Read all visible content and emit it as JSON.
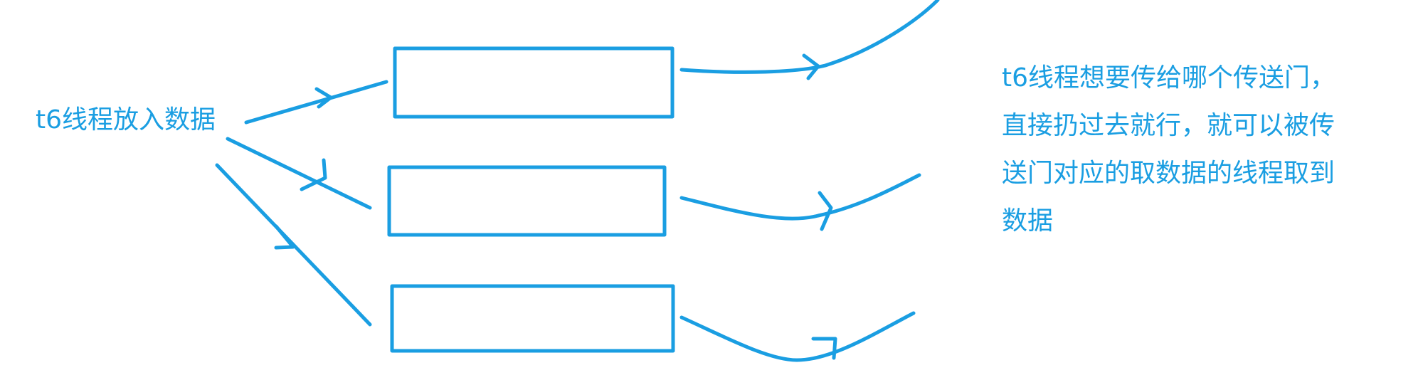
{
  "colors": {
    "ink": "#1a9ee2",
    "background": "#ffffff"
  },
  "left_label": "t6线程放入数据",
  "note_lines": [
    "t6线程想要传给哪个传送门，",
    "直接扔过去就行，就可以被传",
    "送门对应的取数据的线程取到",
    "数据"
  ],
  "portals": [
    {
      "label": ""
    },
    {
      "label": ""
    },
    {
      "label": ""
    }
  ]
}
